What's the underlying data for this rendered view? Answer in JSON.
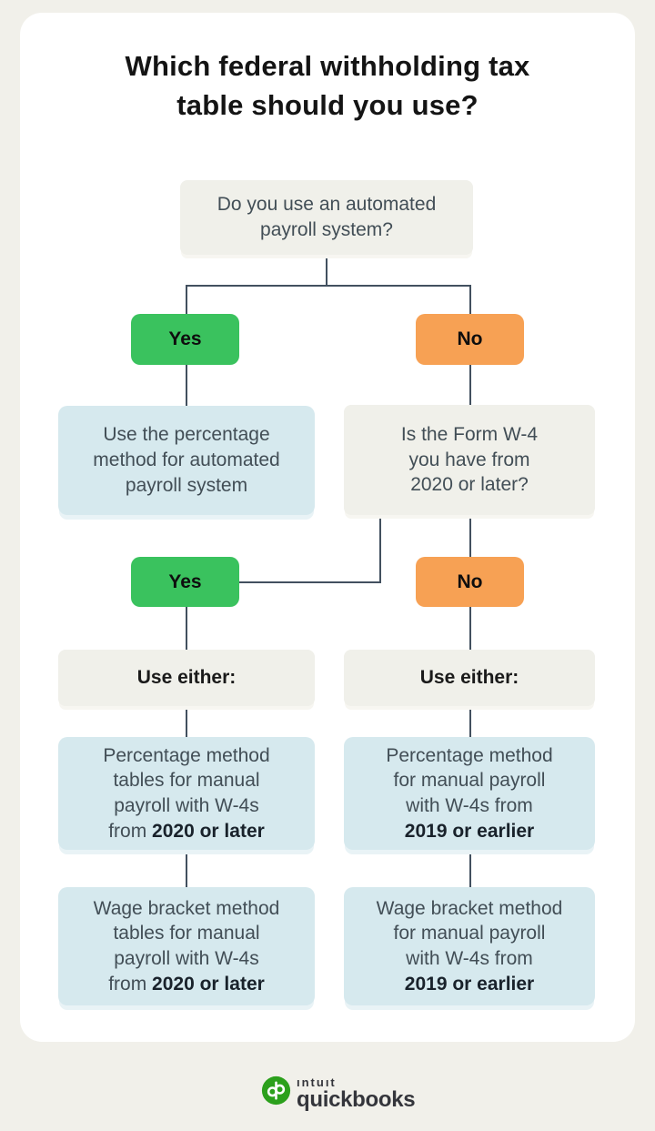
{
  "title": "Which federal withholding tax table should you use?",
  "colors": {
    "page_background": "#f1f0ea",
    "card_background": "#ffffff",
    "question_box": "#f0f0ea",
    "result_box": "#d6e9ee",
    "yes_badge": "#3ac25e",
    "no_badge": "#f7a154",
    "connector": "#42505f",
    "body_text": "#424e56",
    "emphasis_text": "#19222b",
    "quickbooks_green": "#2ca01c"
  },
  "flow": {
    "q_automated": {
      "lines": [
        "Do you use an automated",
        "payroll system?"
      ]
    },
    "branch1": {
      "yes": "Yes",
      "no": "No"
    },
    "auto_result": {
      "lines": [
        "Use the percentage",
        "method for automated",
        "payroll system"
      ]
    },
    "q_w4": {
      "lines": [
        "Is the Form W-4",
        "you have from",
        "2020 or later?"
      ]
    },
    "branch2": {
      "yes": "Yes",
      "no": "No"
    },
    "use_either_left": "Use either:",
    "use_either_right": "Use either:",
    "results": {
      "perc_2020": {
        "lines": [
          "Percentage method",
          "tables for manual",
          "payroll with W-4s"
        ],
        "prefix": "from ",
        "bold": "2020 or later"
      },
      "perc_2019": {
        "lines": [
          "Percentage method",
          "for manual payroll",
          "with W-4s from"
        ],
        "prefix": "",
        "bold": "2019 or earlier"
      },
      "wage_2020": {
        "lines": [
          "Wage bracket method",
          "tables for manual",
          "payroll with W-4s"
        ],
        "prefix": "from ",
        "bold": "2020 or later"
      },
      "wage_2019": {
        "lines": [
          "Wage bracket method",
          "for manual payroll",
          "with W-4s from"
        ],
        "prefix": "",
        "bold": "2019 or earlier"
      }
    }
  },
  "footer": {
    "intuit": "ıntuıt",
    "quickbooks": "quickbooks"
  }
}
